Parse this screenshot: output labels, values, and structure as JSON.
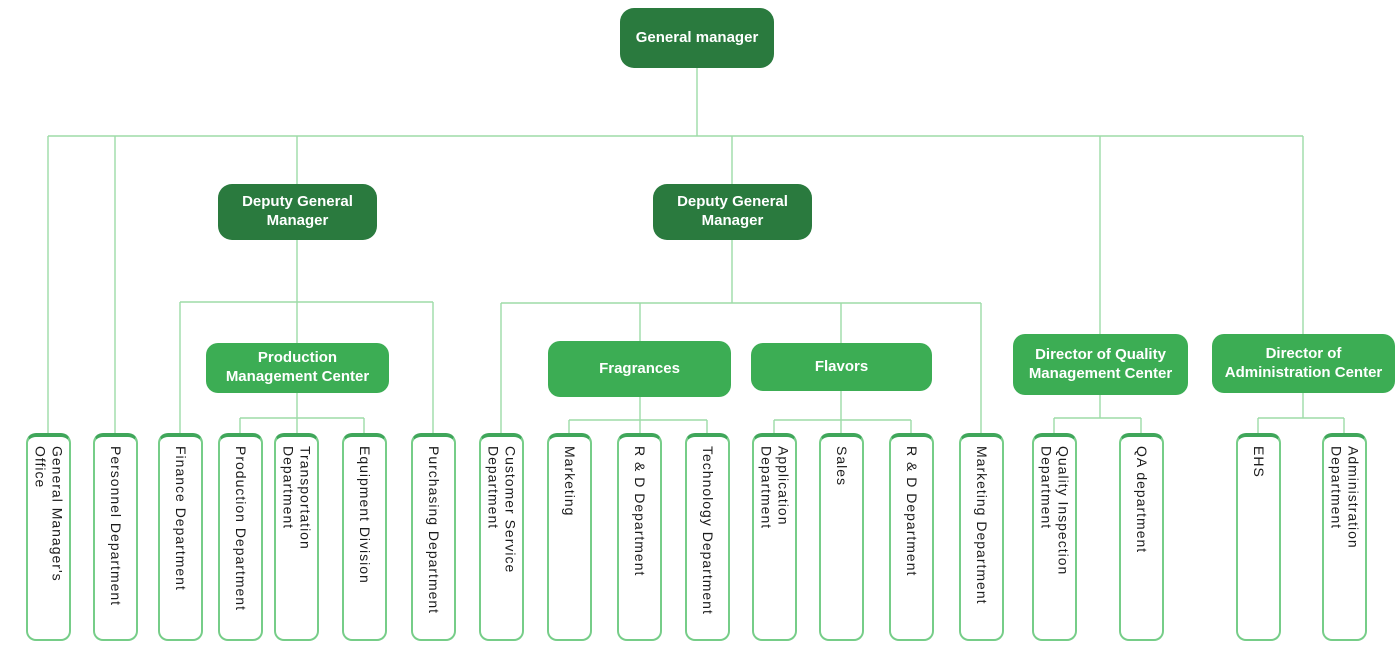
{
  "diagram_type": "organization-chart",
  "colors": {
    "node_dark_green": "#2a7a3e",
    "node_medium_green": "#3cad54",
    "connector_green": "#9ddca7",
    "leaf_border_green": "#76cd88",
    "leaf_top_border_green": "#3fa65a",
    "leaf_text": "#1b1b1b",
    "node_text": "#ffffff"
  },
  "structure": {
    "label": "General manager",
    "children": [
      {
        "label": "General Manager's Office"
      },
      {
        "label": "Personnel Department"
      },
      {
        "label": "Deputy General Manager",
        "children": [
          {
            "label": "Finance Department"
          },
          {
            "label": "Production Management Center",
            "children": [
              {
                "label": "Production Department"
              },
              {
                "label": "Transportation Department"
              },
              {
                "label": "Equipment Division"
              }
            ]
          },
          {
            "label": "Purchasing Department"
          }
        ]
      },
      {
        "label": "Deputy General Manager",
        "children": [
          {
            "label": "Customer Service Department"
          },
          {
            "label": "Fragrances",
            "children": [
              {
                "label": "Marketing"
              },
              {
                "label": "R & D Department"
              },
              {
                "label": "Technology Department"
              }
            ]
          },
          {
            "label": "Flavors",
            "children": [
              {
                "label": "Application Department"
              },
              {
                "label": "Sales"
              },
              {
                "label": "R & D Department"
              }
            ]
          },
          {
            "label": "Marketing Department"
          }
        ]
      },
      {
        "label": "Director of Quality Management Center",
        "children": [
          {
            "label": "Quality Inspection Department"
          },
          {
            "label": "QA department"
          }
        ]
      },
      {
        "label": "Director of Administration Center",
        "children": [
          {
            "label": "EHS"
          },
          {
            "label": "Administration Department"
          }
        ]
      }
    ]
  }
}
